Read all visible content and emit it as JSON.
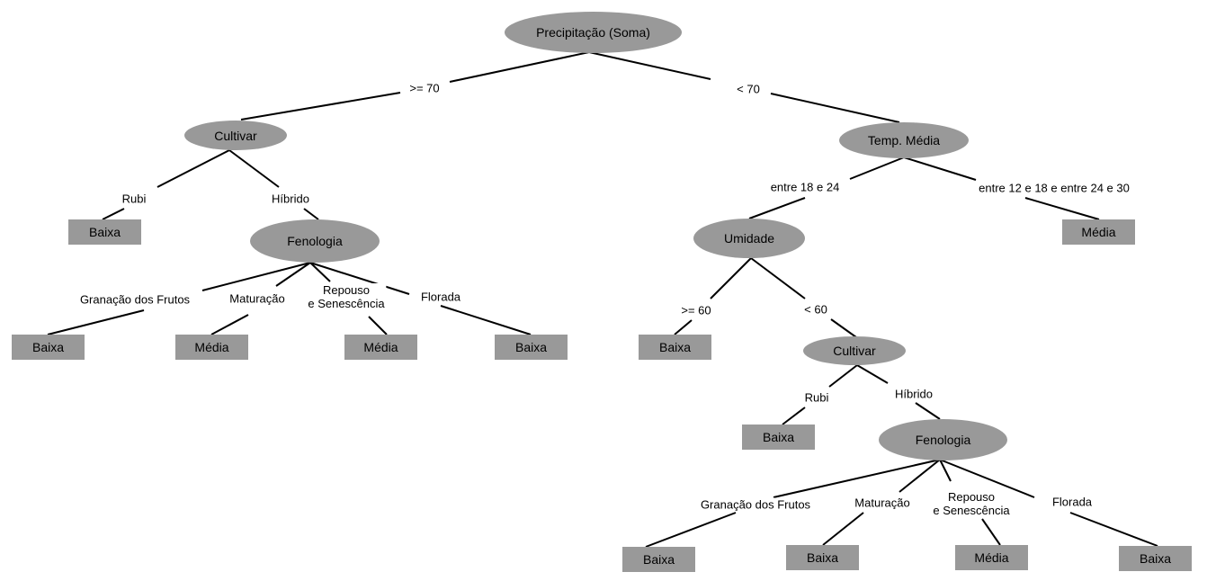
{
  "colors": {
    "node_fill": "#999999",
    "edge": "#000000",
    "background": "#ffffff"
  },
  "nodes": {
    "root": "Precipitação (Soma)",
    "cultivar_left": "Cultivar",
    "temp_media": "Temp. Média",
    "leaf_rubi_left": "Baixa",
    "fenologia_left": "Fenologia",
    "leaf_l_granacao": "Baixa",
    "leaf_l_maturacao": "Média",
    "leaf_l_repouso": "Média",
    "leaf_l_florada": "Baixa",
    "umidade": "Umidade",
    "leaf_temp_other": "Média",
    "leaf_umid_ge60": "Baixa",
    "cultivar_right": "Cultivar",
    "leaf_rubi_right": "Baixa",
    "fenologia_right": "Fenologia",
    "leaf_r_granacao": "Baixa",
    "leaf_r_maturacao": "Baixa",
    "leaf_r_repouso": "Média",
    "leaf_r_florada": "Baixa"
  },
  "edges": {
    "precip_ge70": ">= 70",
    "precip_lt70": "< 70",
    "cult_l_rubi": "Rubi",
    "cult_l_hibrido": "Híbrido",
    "fen_l_granacao": "Granação dos Frutos",
    "fen_l_maturacao": "Maturação",
    "fen_l_repouso_1": "Repouso",
    "fen_l_repouso_2": "e Senescência",
    "fen_l_florada": "Florada",
    "temp_18_24": "entre 18 e 24",
    "temp_other": "entre 12 e 18 e entre 24 e 30",
    "umid_ge60": ">= 60",
    "umid_lt60": "< 60",
    "cult_r_rubi": "Rubi",
    "cult_r_hibrido": "Híbrido",
    "fen_r_granacao": "Granação dos Frutos",
    "fen_r_maturacao": "Maturação",
    "fen_r_repouso_1": "Repouso",
    "fen_r_repouso_2": "e Senescência",
    "fen_r_florada": "Florada"
  }
}
